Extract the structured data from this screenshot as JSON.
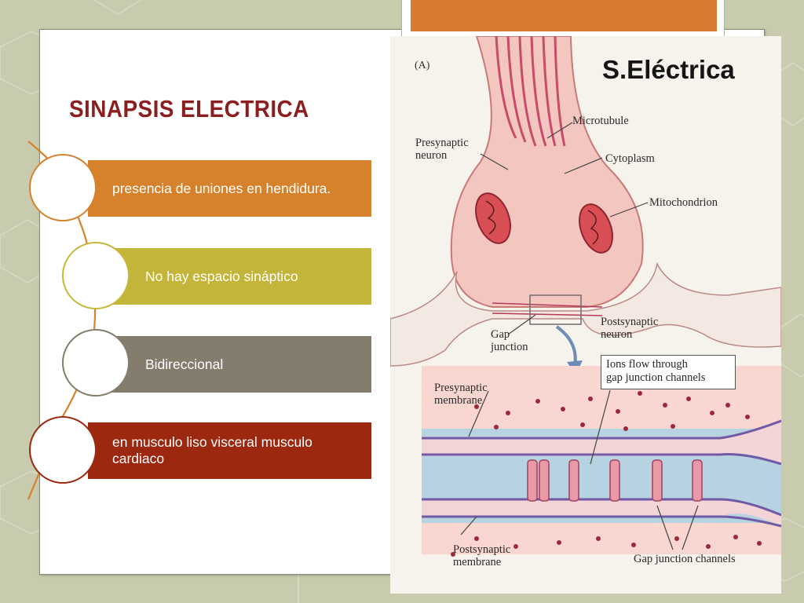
{
  "slide": {
    "title": "SINAPSIS ELECTRICA",
    "bullets": [
      {
        "text": "presencia de uniones en hendidura.",
        "color": "#d6822d"
      },
      {
        "text": "No hay espacio sináptico",
        "color": "#c3b53a"
      },
      {
        "text": "Bidireccional",
        "color": "#847c6c"
      },
      {
        "text": "en musculo liso visceral  musculo cardiaco",
        "color": "#9c2810"
      }
    ],
    "accent_color": "#d97a2e",
    "title_color": "#8b1f1f"
  },
  "figure": {
    "title": "S.Eléctrica",
    "panel_letter": "(A)",
    "labels": {
      "microtubule": "Microtubule",
      "presynaptic_neuron_1": "Presynaptic",
      "presynaptic_neuron_2": "neuron",
      "cytoplasm": "Cytoplasm",
      "mitochondrion": "Mitochondrion",
      "gap_junction_1": "Gap",
      "gap_junction_2": "junction",
      "postsynaptic_neuron_1": "Postsynaptic",
      "postsynaptic_neuron_2": "neuron",
      "ions_flow_1": "Ions flow through",
      "ions_flow_2": "gap junction channels",
      "presynaptic_membrane_1": "Presynaptic",
      "presynaptic_membrane_2": "membrane",
      "postsynaptic_membrane_1": "Postsynaptic",
      "postsynaptic_membrane_2": "membrane",
      "gap_junction_channels": "Gap junction channels"
    }
  }
}
